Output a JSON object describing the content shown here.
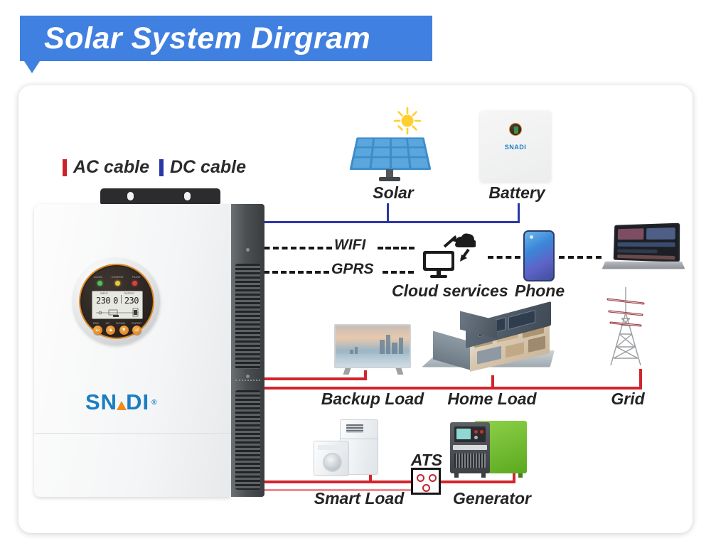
{
  "banner": {
    "title": "Solar System Dirgram"
  },
  "legend": {
    "items": [
      {
        "label": "AC cable",
        "color": "#cc2229",
        "icon": "red-bar-icon"
      },
      {
        "label": "DC cable",
        "color": "#2b36a8",
        "icon": "blue-bar-icon"
      }
    ]
  },
  "inverter": {
    "brand": "SNADI",
    "registered_mark": "®",
    "display": {
      "led_captions": [
        "AC/DC",
        "CHARGE",
        "FAULT"
      ],
      "lcd": {
        "left_caption": "INPUT",
        "right_caption": "OUTPUT",
        "left_value": "230",
        "middle_value": "0",
        "right_value": "230"
      },
      "button_captions": [
        "ESC",
        "UP",
        "DOWN",
        "ENTER"
      ],
      "buttons": [
        "↩",
        "▲",
        "▼",
        "⏎"
      ]
    }
  },
  "nodes": {
    "solar": {
      "label": "Solar",
      "icon": "solar-panel-icon"
    },
    "battery": {
      "label": "Battery",
      "brand": "SNADI",
      "icon": "battery-cabinet-icon"
    },
    "cloud": {
      "label": "Cloud services",
      "icon": "cloud-services-icon"
    },
    "phone": {
      "label": "Phone",
      "icon": "smartphone-icon"
    },
    "laptop": {
      "label": "",
      "icon": "laptop-icon"
    },
    "backup_load": {
      "label": "Backup Load",
      "icon": "television-icon"
    },
    "home_load": {
      "label": "Home Load",
      "icon": "house-cutaway-icon"
    },
    "grid": {
      "label": "Grid",
      "icon": "transmission-tower-icon"
    },
    "smart_load": {
      "label": "Smart Load",
      "icon": "appliances-icon"
    },
    "ats": {
      "label": "ATS",
      "icon": "transfer-switch-icon"
    },
    "generator": {
      "label": "Generator",
      "icon": "generator-icon"
    }
  },
  "connections": {
    "wifi": {
      "label": "WIFI",
      "style": "dashed"
    },
    "gprs": {
      "label": "GPRS",
      "style": "dashed"
    }
  },
  "colors": {
    "banner_blue": "#4080e0",
    "dc_blue": "#2b36a8",
    "ac_red": "#d4242b",
    "ac_red_light": "#f08a8f",
    "brand_blue": "#1a7ec4",
    "brand_orange": "#ef8b1f"
  }
}
